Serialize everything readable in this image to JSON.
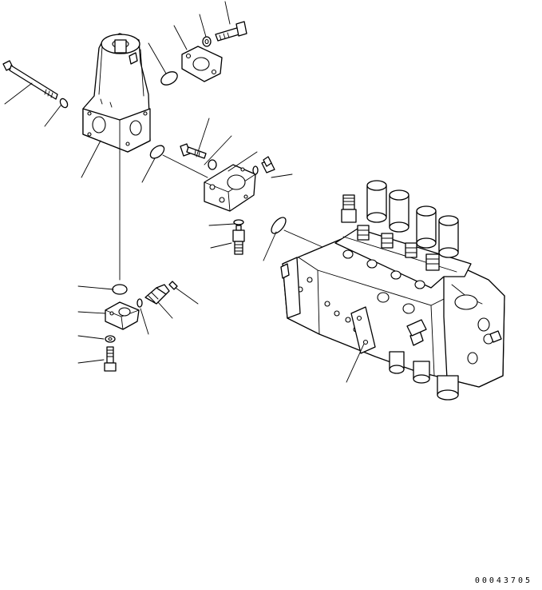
{
  "drawing": {
    "number": "00043705"
  },
  "parts": [
    "bolt",
    "washer",
    "flange",
    "o-ring",
    "elbow-housing",
    "hose-flange",
    "fitting",
    "connector",
    "plug",
    "control-valve"
  ]
}
